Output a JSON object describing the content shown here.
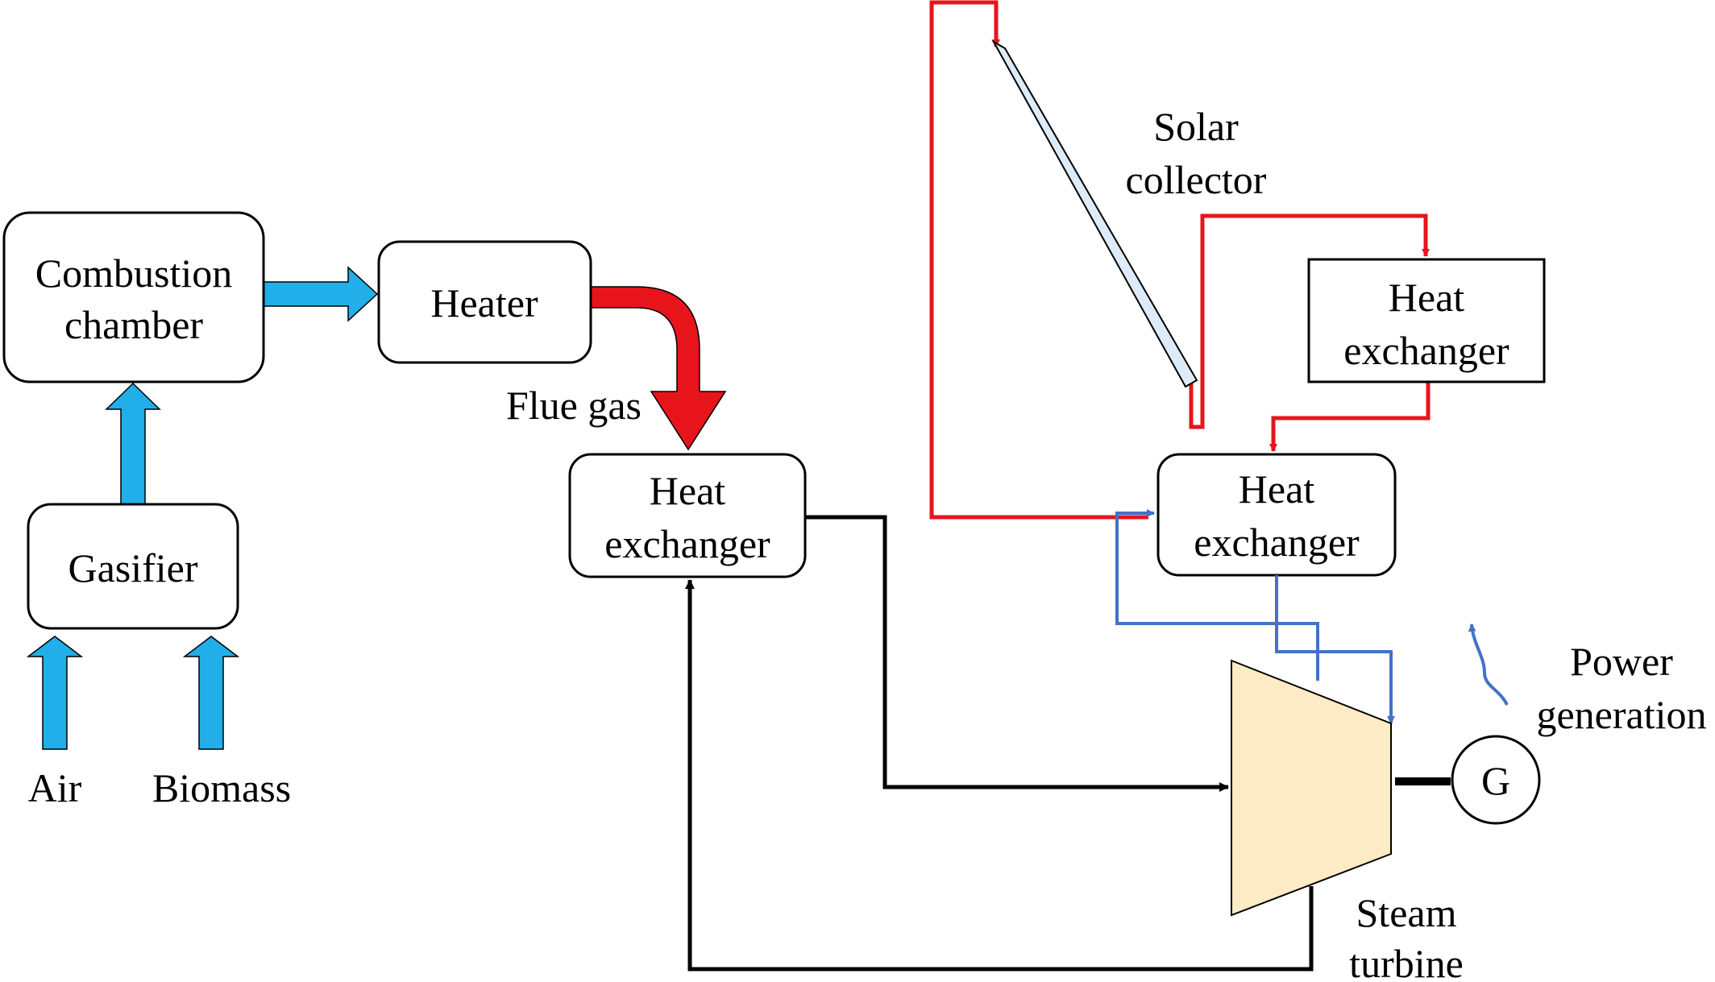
{
  "colors": {
    "air_fuel_arrow": "#22AEE8",
    "hot_loop": "#E8141C",
    "steam_loop": "#4472C4",
    "water_loop": "#000000",
    "turbine_fill": "#FCEBC4",
    "collector_fill": "#DCEBF7"
  },
  "nodes": {
    "combustion_chamber": {
      "line1": "Combustion",
      "line2": "chamber"
    },
    "gasifier": {
      "label": "Gasifier"
    },
    "heater": {
      "label": "Heater"
    },
    "heat_exchanger_flue": {
      "line1": "Heat",
      "line2": "exchanger"
    },
    "heat_exchanger_solar_top": {
      "line1": "Heat",
      "line2": "exchanger"
    },
    "heat_exchanger_solar": {
      "line1": "Heat",
      "line2": "exchanger"
    },
    "generator": {
      "label": "G"
    }
  },
  "labels": {
    "air": "Air",
    "biomass": "Biomass",
    "flue_gas": "Flue gas",
    "solar_collector_line1": "Solar",
    "solar_collector_line2": "collector",
    "steam_turbine_line1": "Steam",
    "steam_turbine_line2": "turbine",
    "power_generation_line1": "Power",
    "power_generation_line2": "generation"
  },
  "icons": {
    "turbine": "steam-turbine-trapezoid",
    "collector": "solar-collector-panel",
    "generator": "generator-circle"
  }
}
